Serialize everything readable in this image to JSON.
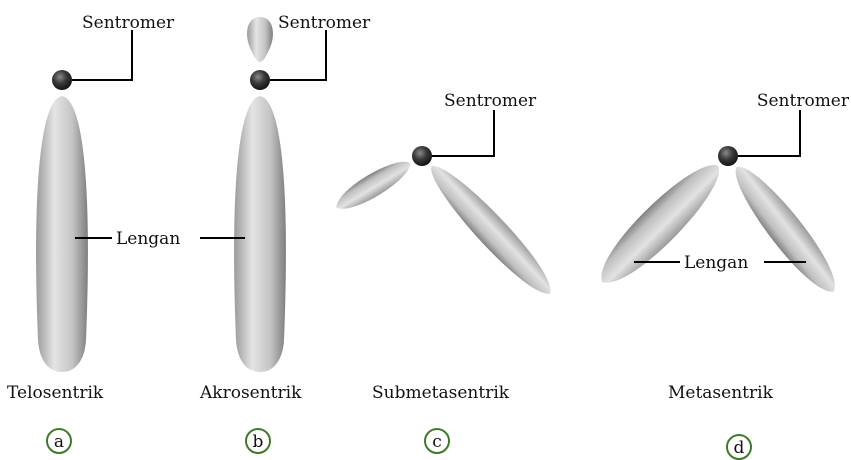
{
  "colors": {
    "leader_line": "#000000",
    "circle_stroke": "#3f7a2a",
    "chromosome_light": "#e6e6e6",
    "chromosome_dark": "#8c8c8c",
    "centromere": "#2b2b2b"
  },
  "panels": [
    {
      "letter": "a",
      "type_label": "Telosentrik",
      "centromere_label": "Sentromer",
      "arm_label": "Lengan"
    },
    {
      "letter": "b",
      "type_label": "Akrosentrik",
      "centromere_label": "Sentromer",
      "arm_label": "Lengan"
    },
    {
      "letter": "c",
      "type_label": "Submetasentrik",
      "centromere_label": "Sentromer"
    },
    {
      "letter": "d",
      "type_label": "Metasentrik",
      "centromere_label": "Sentromer",
      "arm_label": "Lengan"
    }
  ]
}
